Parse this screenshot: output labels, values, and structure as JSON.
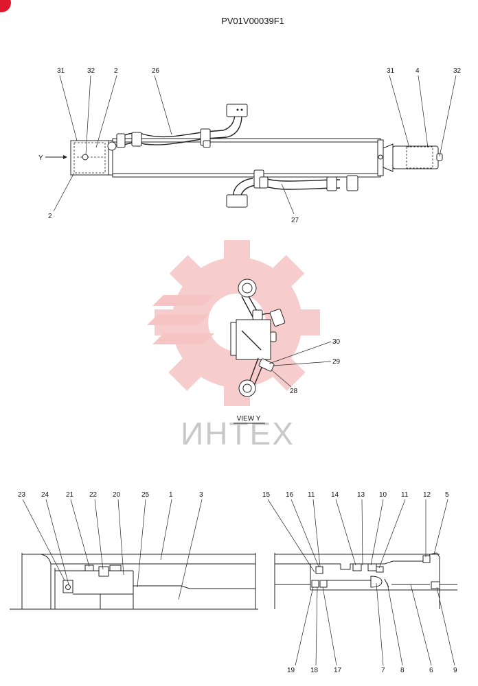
{
  "drawing": {
    "code": "PV01V00039F1",
    "view_label": "VIEW Y",
    "arrow_label": "Y",
    "watermark": "ИНТЕХ"
  },
  "colors": {
    "watermark_gear": "#f6c4c4",
    "watermark_text": "#c9c9c9",
    "corner_badge": "#e0182d",
    "line": "#222222"
  },
  "callouts": {
    "top": [
      "31",
      "32",
      "2",
      "26",
      "31",
      "4",
      "32",
      "2",
      "27"
    ],
    "view_y": [
      "30",
      "29",
      "28"
    ],
    "bottom_left": [
      "23",
      "24",
      "21",
      "22",
      "20",
      "25",
      "1",
      "3"
    ],
    "bottom_right_top": [
      "15",
      "16",
      "11",
      "14",
      "13",
      "10",
      "11",
      "12",
      "5"
    ],
    "bottom_right_bottom": [
      "19",
      "18",
      "17",
      "7",
      "8",
      "6",
      "9"
    ]
  }
}
